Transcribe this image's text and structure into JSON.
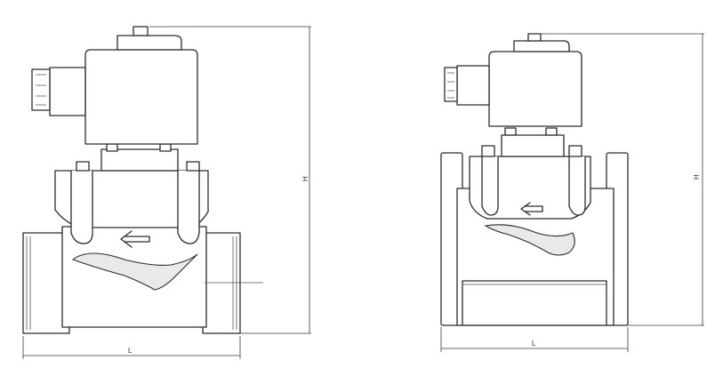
{
  "views": [
    {
      "id": "threaded-valve",
      "dimensions": {
        "length_label": "L",
        "height_label": "H"
      }
    },
    {
      "id": "flanged-valve",
      "dimensions": {
        "length_label": "L",
        "height_label": "H"
      }
    }
  ],
  "colors": {
    "line": "#2b2b2b",
    "background": "#ffffff",
    "shade": "#e9e9e9"
  }
}
